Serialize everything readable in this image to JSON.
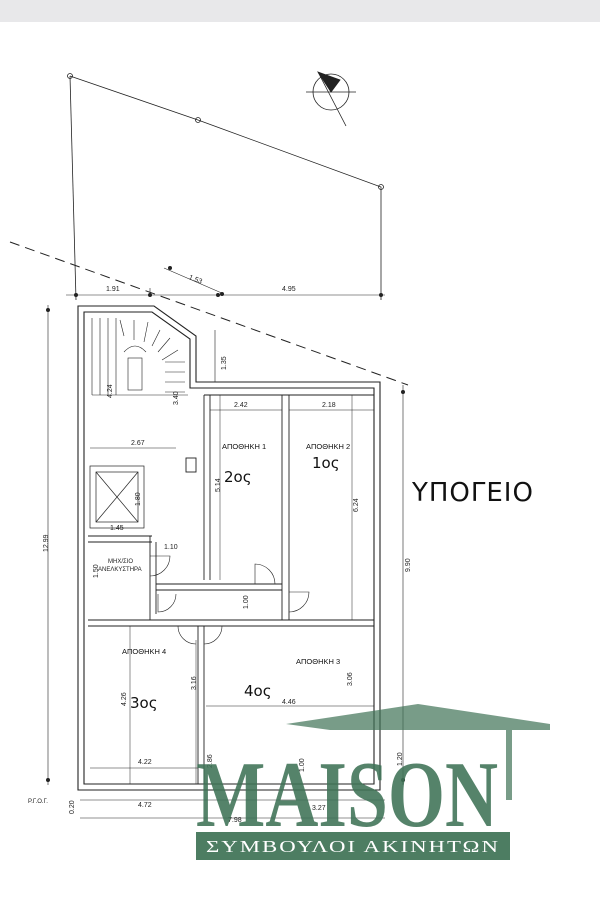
{
  "title": "ΥΠΟΓΕΙΟ",
  "rooms": [
    {
      "label": "ΑΠΟΘΗΚΗ 1",
      "note": "2ος"
    },
    {
      "label": "ΑΠΟΘΗΚΗ 2",
      "note": "1ος"
    },
    {
      "label": "ΑΠΟΘΗΚΗ 3",
      "note": "4ος"
    },
    {
      "label": "ΑΠΟΘΗΚΗ 4",
      "note": "3ος"
    }
  ],
  "machine_room": {
    "line1": "ΜΗΧ/ΣΙΟ",
    "line2": "ΑΝΕΛΚΥΣΤΗΡΑ"
  },
  "ground_ref": "Ρ.Γ.Ο.Γ.",
  "dimensions": {
    "d191": "1.91",
    "d495": "4.95",
    "d153": "1.53",
    "d135": "1.35",
    "d242": "2.42",
    "d218": "2.18",
    "d424": "4.24",
    "d340": "3.40",
    "d267": "2.67",
    "d514": "5.14",
    "d624": "6.24",
    "d180": "1.80",
    "d145": "1.45",
    "d110": "1.10",
    "d150": "1.50",
    "d100a": "1.00",
    "d1299": "12.99",
    "d990": "9.90",
    "d316": "3.16",
    "d306": "3.06",
    "d446": "4.46",
    "d426": "4.26",
    "d422": "4.22",
    "d472": "4.72",
    "d327": "3.27",
    "d798": "7.98",
    "d286": "2.86",
    "d100b": "1.00",
    "d120": "1.20",
    "d020": "0.20"
  },
  "logo": {
    "name": "MAISON",
    "subtitle": "ΣΥΜΒΟΥΛΟΙ ΑΚΙΝΗΤΩΝ",
    "color": "#3e7255"
  }
}
